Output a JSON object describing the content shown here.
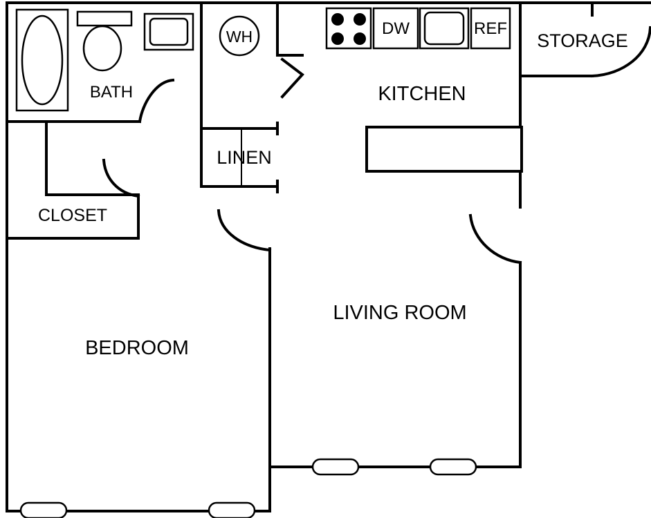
{
  "floorplan": {
    "rooms": {
      "bath": "BATH",
      "wh": "WH",
      "dw": "DW",
      "ref": "REF",
      "storage": "STORAGE",
      "kitchen": "KITCHEN",
      "linen": "LINEN",
      "closet": "CLOSET",
      "living_room": "LIVING ROOM",
      "bedroom": "BEDROOM"
    },
    "colors": {
      "line": "#000000",
      "background": "#ffffff"
    }
  }
}
